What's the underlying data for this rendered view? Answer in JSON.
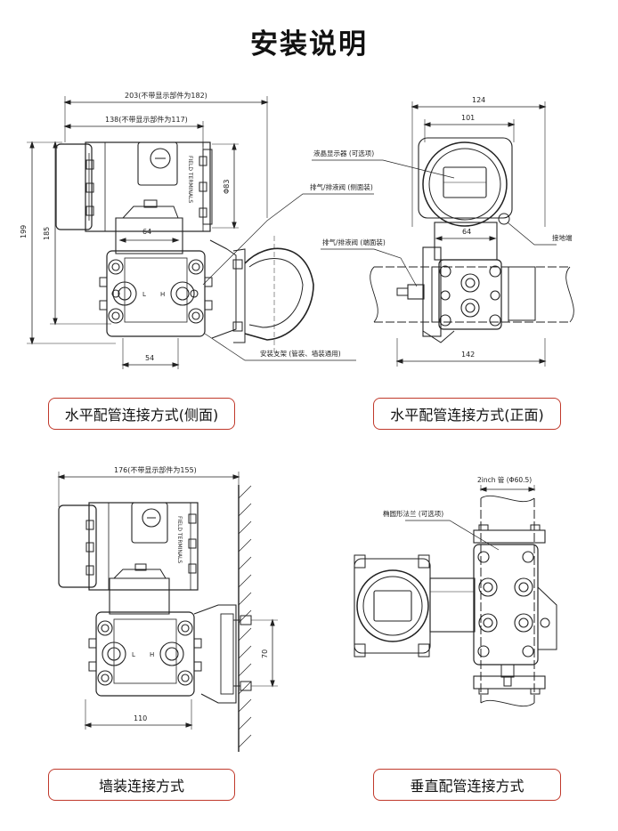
{
  "title": "安装说明",
  "captions": {
    "horizontal_side": "水平配管连接方式(侧面)",
    "horizontal_front": "水平配管连接方式(正面)",
    "wall": "墙装连接方式",
    "vertical": "垂直配管连接方式"
  },
  "side_view": {
    "dim_total": "203(不带显示部件为182)",
    "dim_housing": "138(不带显示部件为117)",
    "dim_height_total": "199",
    "dim_height_body": "185",
    "dim_cover": "Φ83",
    "dim_flange": "64",
    "dim_bottom": "54",
    "label_vent_side": "排气/排液阀 (侧面装)",
    "label_bracket": "安装支架 (管装、墙装通用)",
    "terminals_text": "FIELD TERMINALS",
    "port_l": "L",
    "port_h": "H"
  },
  "front_view": {
    "dim_total": "124",
    "dim_housing": "101",
    "dim_flange": "64",
    "dim_bottom": "142",
    "label_lcd": "液晶显示器 (可选项)",
    "label_vent_end": "排气/排液阀 (端面装)",
    "label_ground": "接地端"
  },
  "wall_view": {
    "dim_total": "176(不带显示部件为155)",
    "dim_bolt": "70",
    "dim_bottom": "110",
    "terminals_text": "FIELD TERMINALS",
    "port_l": "L",
    "port_h": "H"
  },
  "vertical_view": {
    "label_pipe": "2inch 管 (Φ60.5)",
    "label_flange": "椭圆形法兰 (可选项)"
  }
}
